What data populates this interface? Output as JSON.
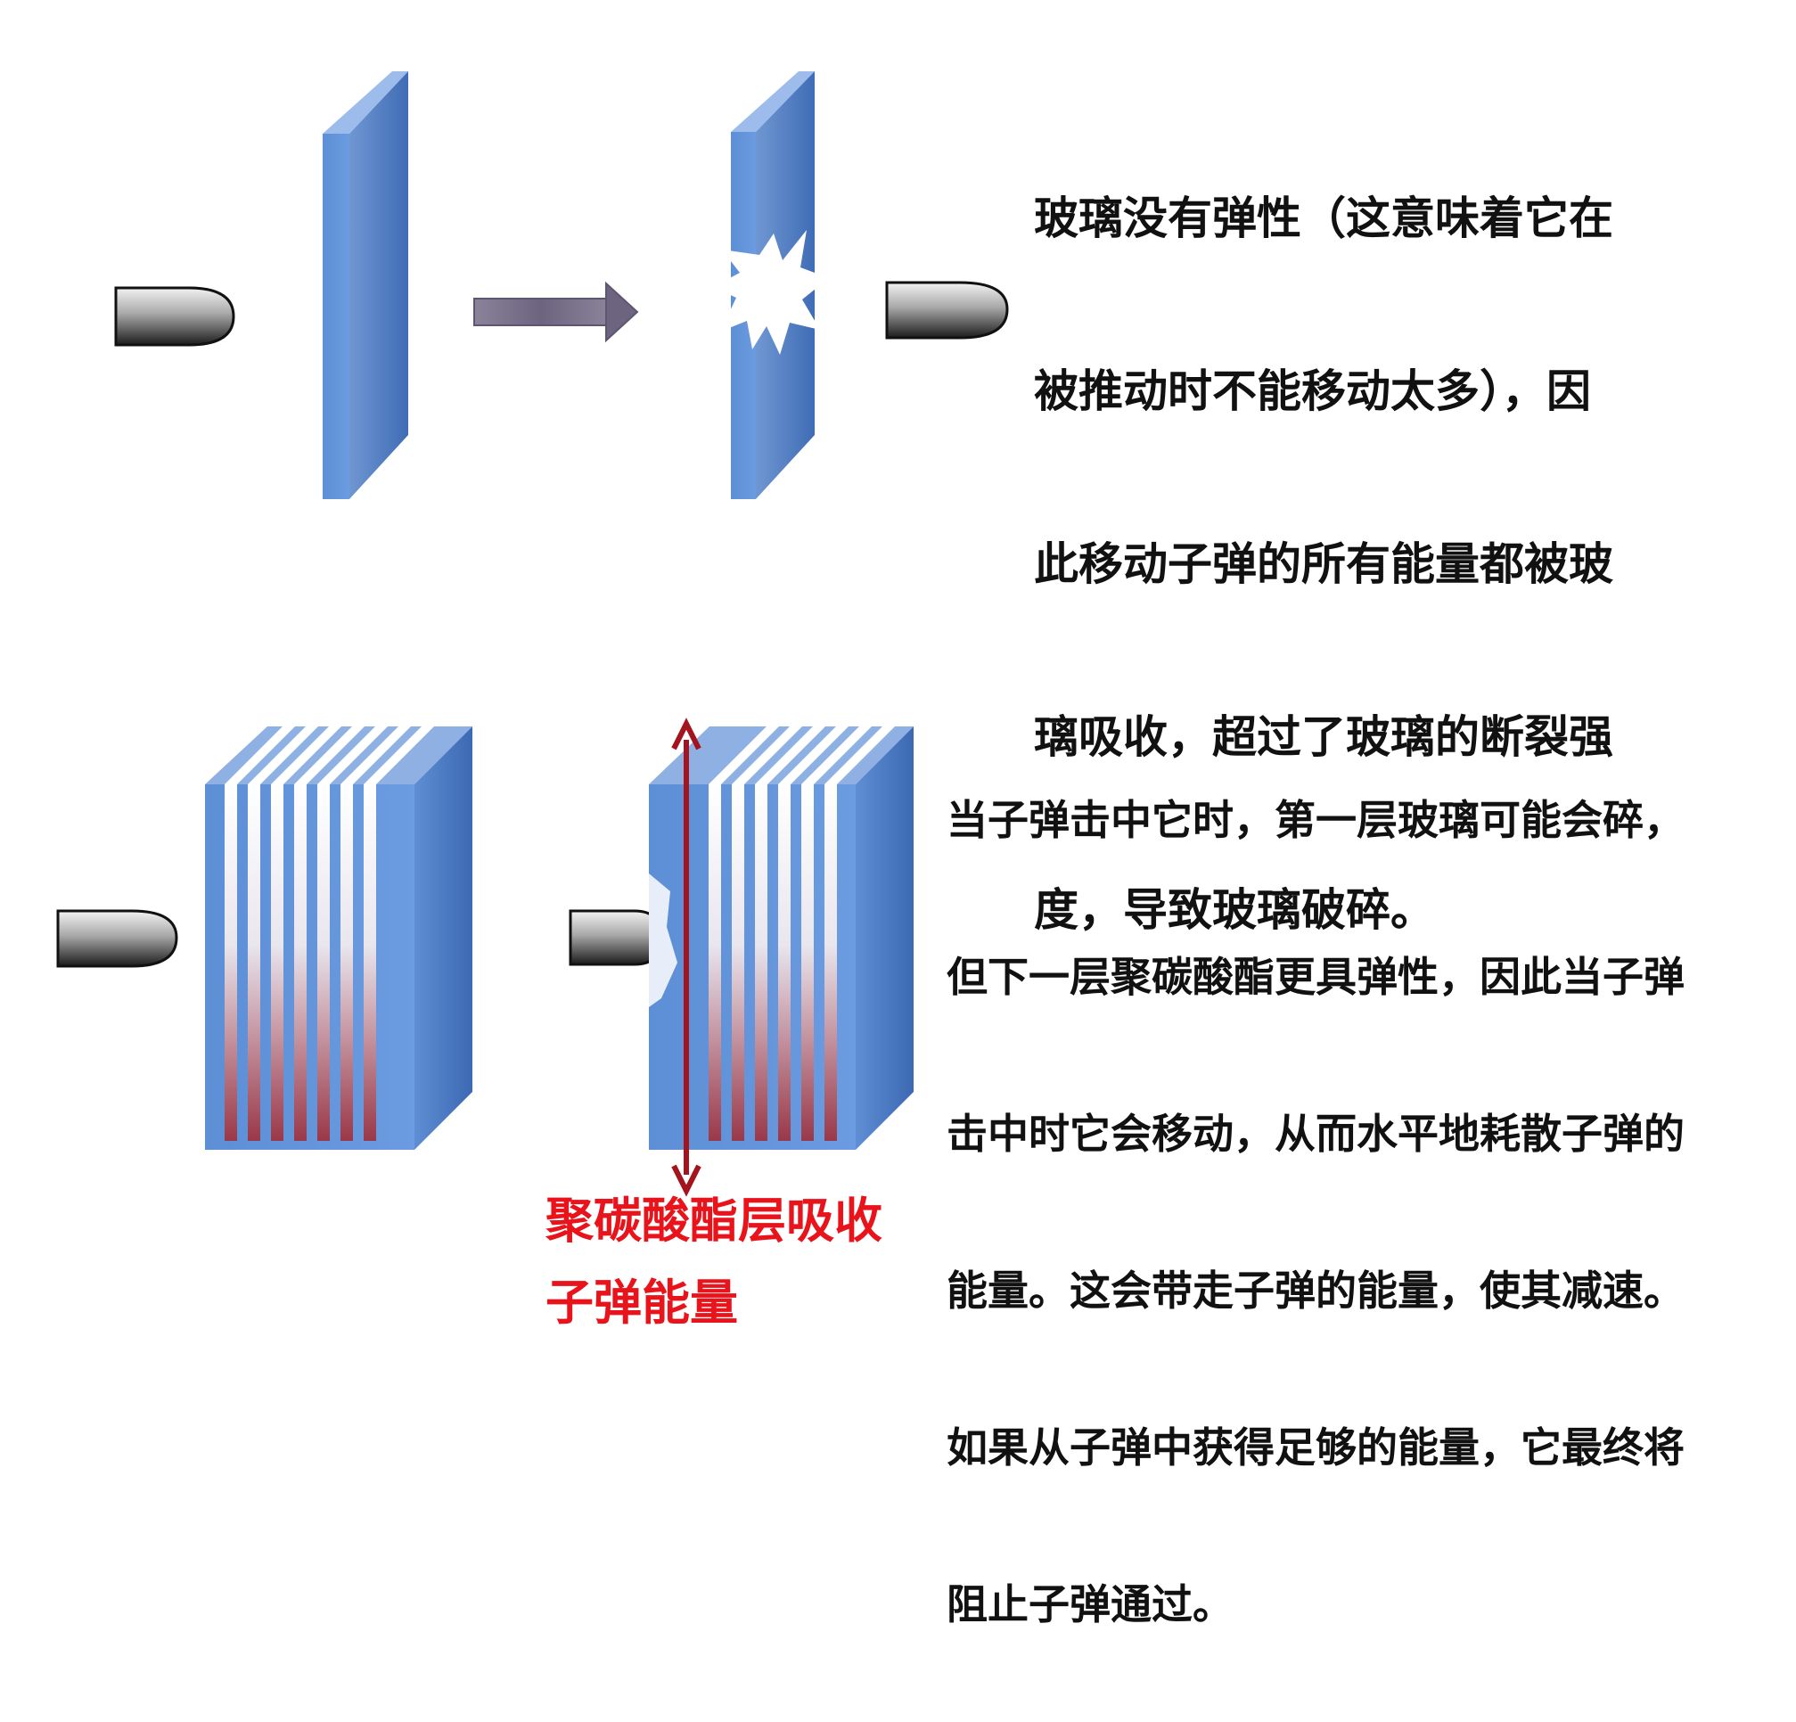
{
  "top_panel": {
    "description_lines": [
      "玻璃没有弹性（这意味着它在",
      "被推动时不能移动太多），因",
      "此移动子弹的所有能量都被玻",
      "璃吸收，超过了玻璃的断裂强",
      "度，导致玻璃破碎。"
    ]
  },
  "bottom_panel": {
    "description_lines": [
      "当子弹击中它时，第一层玻璃可能会碎，",
      "但下一层聚碳酸酯更具弹性，因此当子弹",
      "击中时它会移动，从而水平地耗散子弹的",
      "能量。这会带走子弹的能量，使其减速。",
      "如果从子弹中获得足够的能量，它最终将",
      "阻止子弹通过。"
    ],
    "caption_line1": "聚碳酸酯层吸收",
    "caption_line2": "子弹能量"
  },
  "colors": {
    "glass_front": "#5b8fd6",
    "glass_side": "#3f6fb8",
    "glass_top": "#8fb3e8",
    "bullet_dark": "#1a1a1a",
    "bullet_light": "#d9d9d9",
    "arrow": "#7a6e8c",
    "energy_arrow": "#a3141f",
    "caption_red": "#e8131b",
    "layer_red": "#9a3040"
  }
}
